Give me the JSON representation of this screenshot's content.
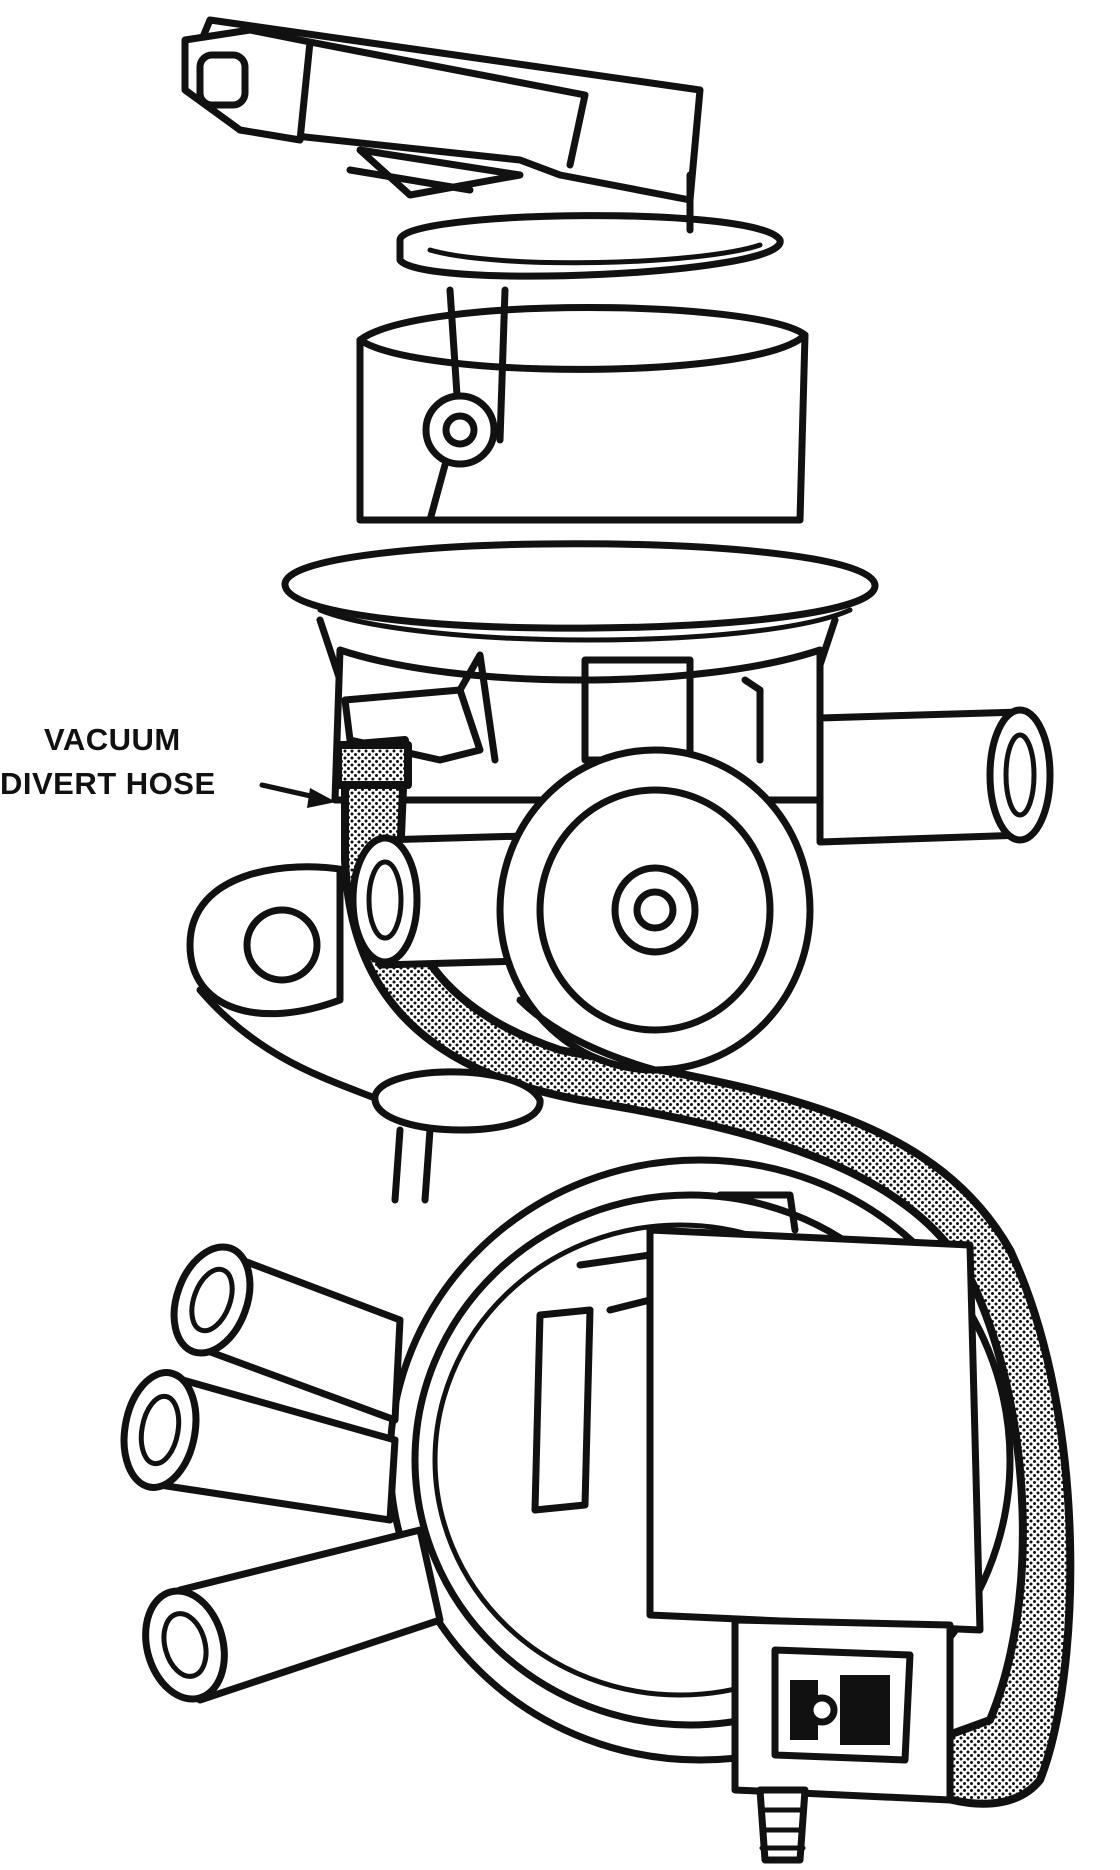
{
  "callout": {
    "line1": "VACUUM",
    "line2": "DIVERT HOSE",
    "points_to": "vacuum divert hose"
  },
  "colors": {
    "line": "#111111",
    "background": "#ffffff",
    "hose_stipple": "#111111"
  }
}
